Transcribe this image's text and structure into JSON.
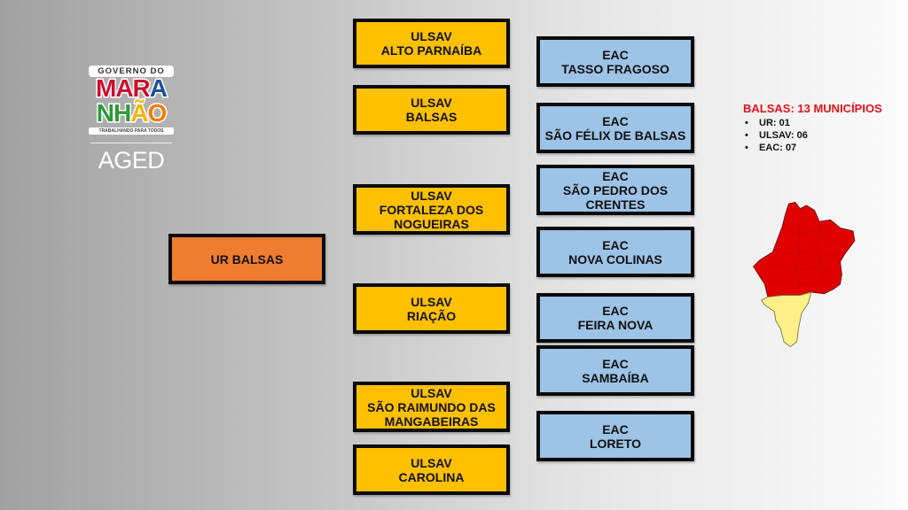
{
  "logo": {
    "top_text": "GOVERNO DO",
    "line1": "MARA",
    "line2": "NHÃO",
    "tagline": "TRABALHANDO PARA TODOS",
    "agency": "AGED",
    "colors": {
      "mara": "#c8102e",
      "nhao": "#2b9a3a",
      "star_bg": "#1d4f9c",
      "o": "#f39200"
    }
  },
  "root": {
    "lines": [
      "UR BALSAS"
    ],
    "color": "#ef7d31"
  },
  "ulsav": [
    {
      "lines": [
        "ULSAV",
        "ALTO PARNAÍBA"
      ]
    },
    {
      "lines": [
        "ULSAV",
        "BALSAS"
      ]
    },
    {
      "lines": [
        "ULSAV",
        "FORTALEZA DOS",
        "NOGUEIRAS"
      ]
    },
    {
      "lines": [
        "ULSAV",
        "RIAÇÃO"
      ]
    },
    {
      "lines": [
        "ULSAV",
        "SÃO RAIMUNDO DAS",
        "MANGABEIRAS"
      ]
    },
    {
      "lines": [
        "ULSAV",
        "CAROLINA"
      ]
    }
  ],
  "eac": [
    {
      "lines": [
        "EAC",
        "TASSO FRAGOSO"
      ]
    },
    {
      "lines": [
        "EAC",
        "SÃO FÉLIX DE BALSAS"
      ]
    },
    {
      "lines": [
        "EAC",
        "SÃO PEDRO DOS",
        "CRENTES"
      ]
    },
    {
      "lines": [
        "EAC",
        "NOVA COLINAS"
      ]
    },
    {
      "lines": [
        "EAC",
        "FEIRA NOVA"
      ]
    },
    {
      "lines": [
        "EAC",
        "SAMBAÍBA"
      ]
    },
    {
      "lines": [
        "EAC",
        "LORETO"
      ]
    }
  ],
  "colors": {
    "ulsav": "#ffc000",
    "eac": "#9dc3e6",
    "border": "#0a0a0a"
  },
  "summary": {
    "title": "BALSAS: 13 MUNICÍPIOS",
    "items": [
      "UR: 01",
      "ULSAV: 06",
      "EAC: 07"
    ]
  },
  "map": {
    "label": "Maranhão state map",
    "highlight_region": "Balsas",
    "highlight_color": "#fff08a",
    "other_color": "#e00000"
  }
}
